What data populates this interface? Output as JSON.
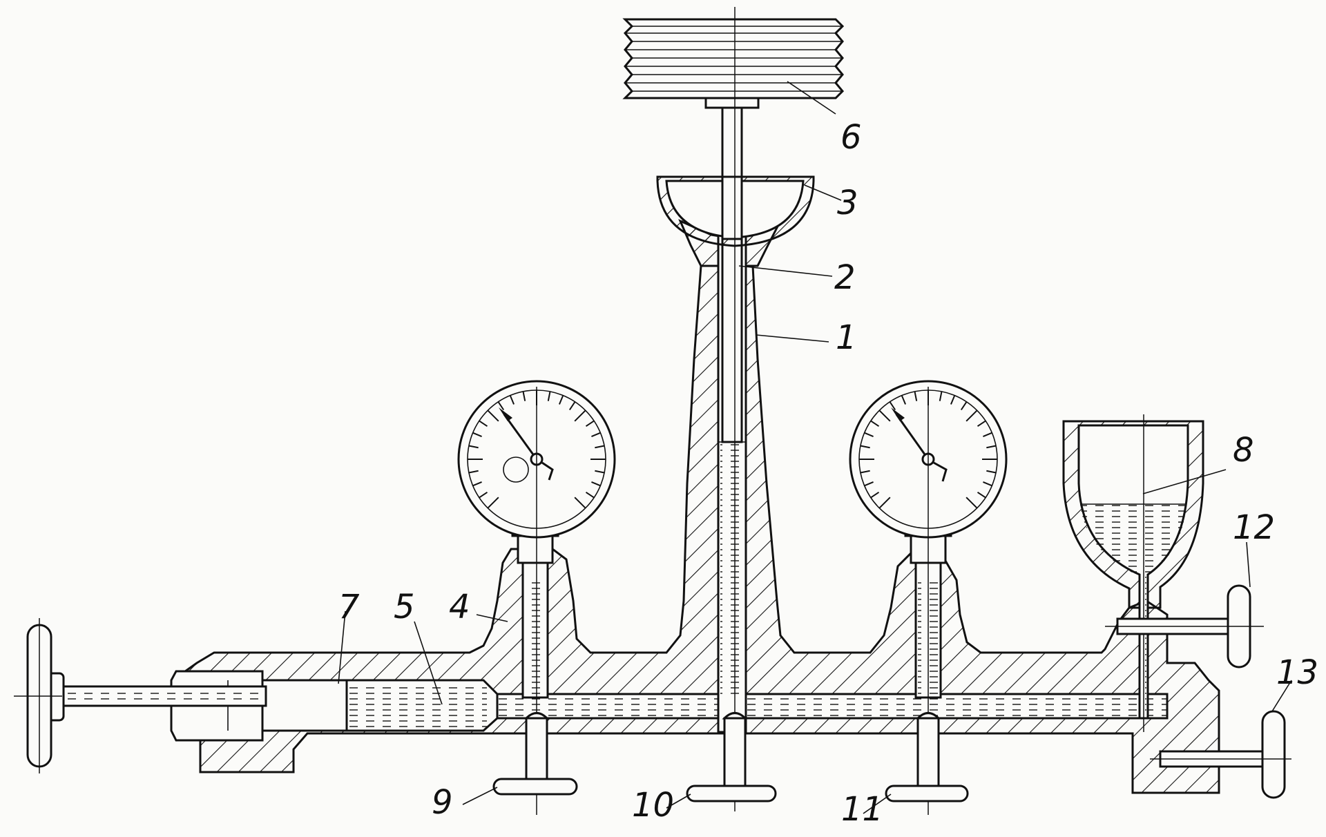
{
  "labels": {
    "l1": "1",
    "l2": "2",
    "l3": "3",
    "l4": "4",
    "l5": "5",
    "l6": "6",
    "l7": "7",
    "l8": "8",
    "l9": "9",
    "l10": "10",
    "l11": "11",
    "l12": "12",
    "l13": "13"
  },
  "colors": {
    "ink": "#111111",
    "paper": "#fbfbf9"
  }
}
